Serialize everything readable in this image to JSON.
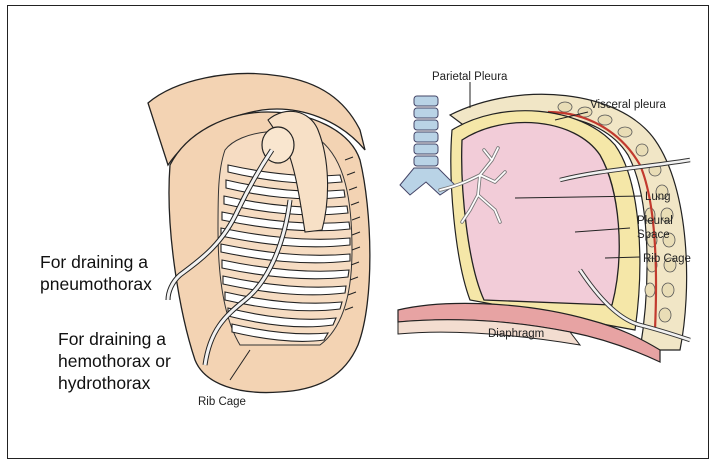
{
  "figure": {
    "title": "",
    "left_panel": {
      "label_pneumothorax": [
        "For draining a",
        "pneumothorax"
      ],
      "label_hemothorax": [
        "For draining a",
        "hemothorax or",
        "hydrothorax"
      ],
      "label_ribcage": "Rib Cage"
    },
    "right_panel": {
      "parietal_pleura": "Parietal Pleura",
      "visceral_pleura": "Visceral pleura",
      "lung": "Lung",
      "pleural_space": [
        "Pleural",
        "Space"
      ],
      "rib_cage": "Rib Cage",
      "diaphragm": "Diaphragm"
    },
    "colors": {
      "skin": "#f3d3b3",
      "ribs": "#ffffff",
      "lung": "#f2ccd8",
      "pleural_space": "#f5e7a8",
      "chest_wall": "#f1e6c6",
      "vessel": "#c23a2e",
      "airway": "#b9d3e6",
      "tube": "#e8e8e8"
    }
  }
}
